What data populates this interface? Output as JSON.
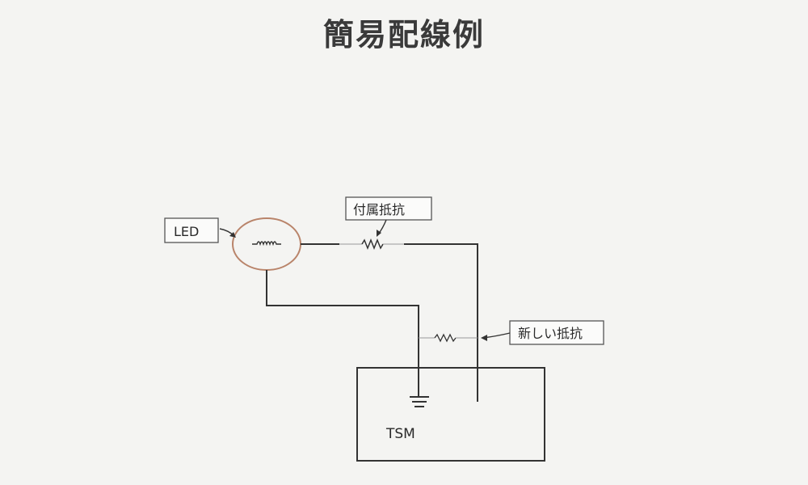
{
  "title": "簡易配線例",
  "labels": {
    "led": "LED",
    "included_resistor": "付属抵抗",
    "new_resistor": "新しい抵抗",
    "tsm": "TSM"
  },
  "colors": {
    "wire": "#333333",
    "led_outline": "#b9846a",
    "label_border": "#555555",
    "background": "#f4f4f2"
  }
}
